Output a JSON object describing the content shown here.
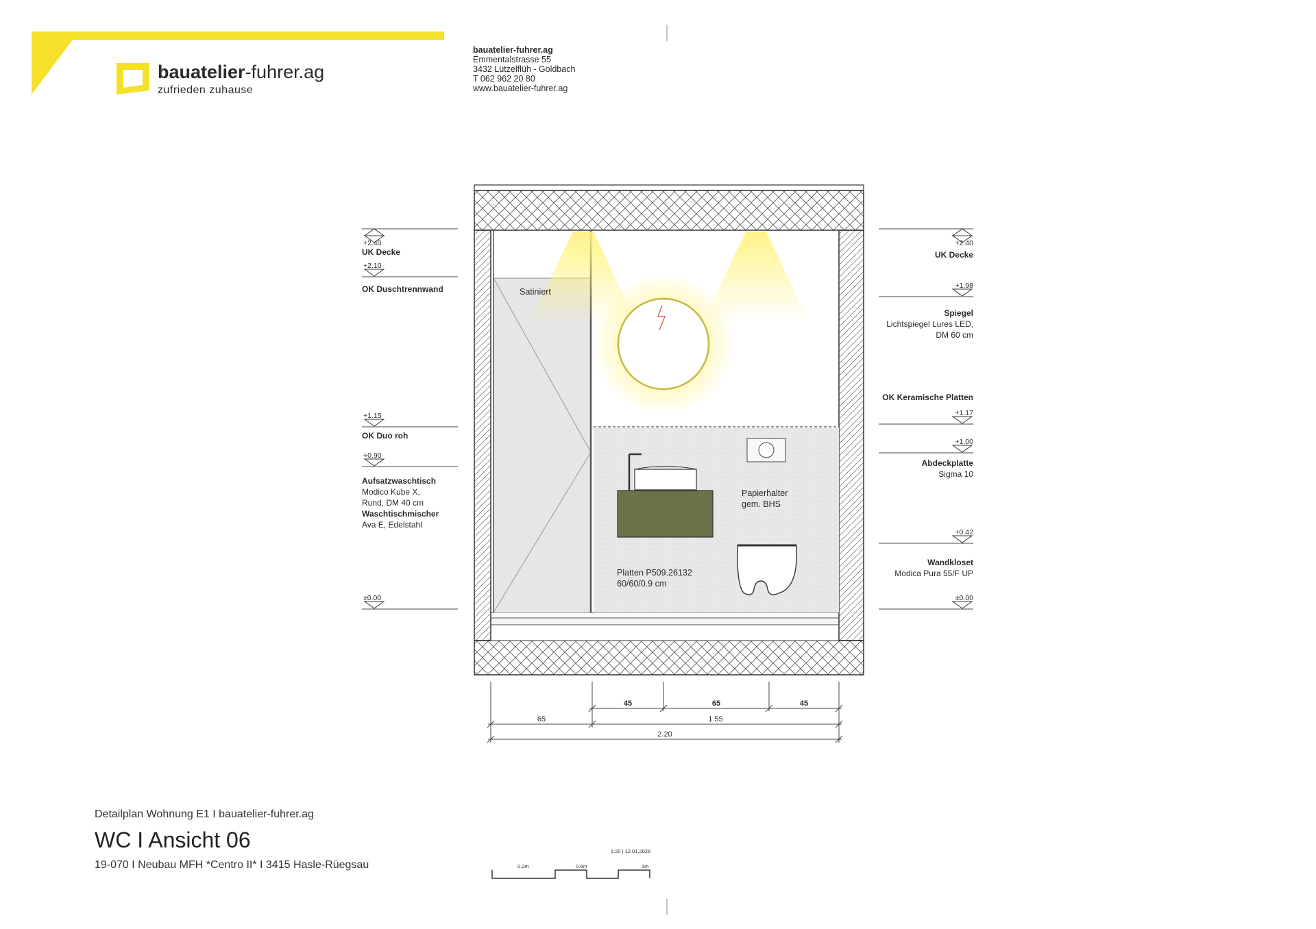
{
  "brand": {
    "logo_name": "bauatelier-fuhrer.ag",
    "logo_name_bold": "bauatelier",
    "logo_name_light": "-fuhrer.ag",
    "slogan": "zufrieden zuhause",
    "accent": "#f5e12a"
  },
  "address": {
    "firm": "bauatelier-fuhrer.ag",
    "street": "Emmentalstrasse 55",
    "city": "3432 Lützelflüh - Goldbach",
    "phone": "T 062 962 20 80",
    "web": "www.bauatelier-fuhrer.ag"
  },
  "levels_left": {
    "uk_decke_value": "+2.40",
    "uk_decke_label": "UK Decke",
    "dusch_value": "+2.10",
    "dusch_label": "OK Duschtrennwand",
    "duo_value": "+1.15",
    "duo_label": "OK Duo roh",
    "wt_value": "+0.90",
    "wt_title": "Aufsatzwaschtisch",
    "wt_line1": "Modico Kube X,",
    "wt_line2": "Rund, DM 40 cm",
    "mischer_title": "Waschtischmischer",
    "mischer_line1": "Ava E, Edelstahl",
    "zero_value": "±0.00"
  },
  "levels_right": {
    "uk_decke_value": "+2.40",
    "uk_decke_label": "UK Decke",
    "spiegel_value": "+1.98",
    "spiegel_title": "Spiegel",
    "spiegel_line1": "Lichtspiegel Lures LED,",
    "spiegel_line2": "DM 60 cm",
    "keramik_label": "OK Keramische Platten",
    "keramik_value": "+1.17",
    "abdeck_value": "+1.00",
    "abdeck_title": "Abdeckplatte",
    "abdeck_line1": "Sigma 10",
    "wc_value": "+0.42",
    "wc_title": "Wandkloset",
    "wc_line1": "Modica Pura 55/F UP",
    "zero_value": "±0.00"
  },
  "annotations": {
    "satiniert": "Satiniert",
    "papier_line1": "Papierhalter",
    "papier_line2": "gem. BHS",
    "platten_line1": "Platten P509.26132",
    "platten_line2": "60/60/0.9 cm"
  },
  "dimensions": {
    "row1": [
      "45",
      "65",
      "45"
    ],
    "row2": [
      "65",
      "1.55"
    ],
    "total": "2.20"
  },
  "colors": {
    "vanity": "#6c7247",
    "tile": "#e9e9e9",
    "glass": "#e6e6e6",
    "light": "#fff6a0",
    "line": "#3a3a3a"
  },
  "footer": {
    "subtitle": "Detailplan Wohnung E1 I bauatelier-fuhrer.ag",
    "title": "WC I Ansicht 06",
    "project": "19-070 I Neubau MFH *Centro II*  I 3415 Hasle-Rüegsau",
    "scale_date": "1:20 | 12.01.2026",
    "scale_marks": [
      "0.2m",
      "0.6m",
      "1m"
    ]
  }
}
